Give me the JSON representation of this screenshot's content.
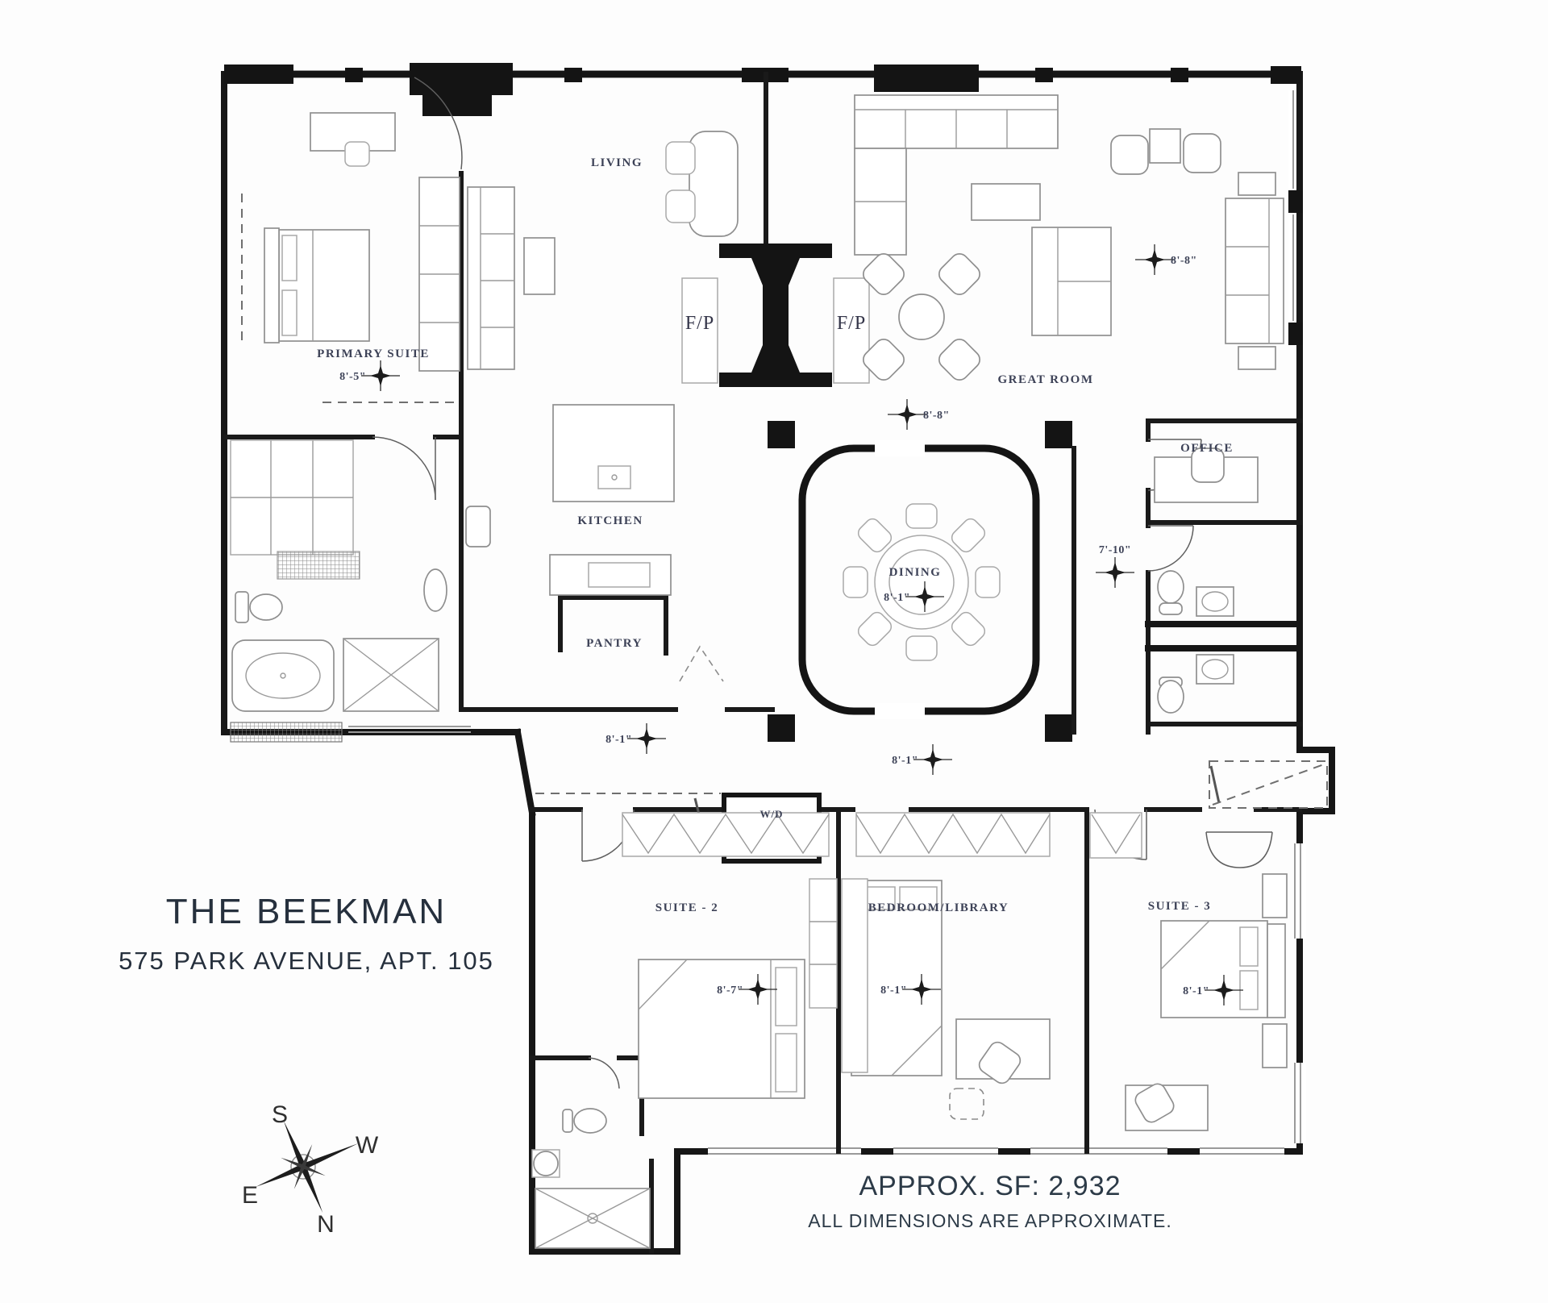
{
  "header": {
    "building": "THE BEEKMAN",
    "address": "575 PARK AVENUE, APT. 105"
  },
  "footer": {
    "area": "APPROX. SF: 2,932",
    "disclaimer": "ALL DIMENSIONS ARE APPROXIMATE."
  },
  "compass": {
    "south": "S",
    "west": "W",
    "east": "E",
    "north": "N"
  },
  "rooms": {
    "living": {
      "label": "LIVING"
    },
    "primary_suite": {
      "label": "PRIMARY SUITE",
      "ceiling_height": "8'-5\""
    },
    "great_room": {
      "label": "GREAT ROOM",
      "ceiling_height": "8'-8\""
    },
    "kitchen": {
      "label": "KITCHEN"
    },
    "pantry": {
      "label": "PANTRY"
    },
    "dining": {
      "label": "DINING",
      "ceiling_height": "8'-1\""
    },
    "office": {
      "label": "OFFICE"
    },
    "laundry": {
      "label": "W/D"
    },
    "suite_2": {
      "label": "SUITE - 2",
      "ceiling_height": "8'-7\""
    },
    "bedroom_library": {
      "label": "BEDROOM/LIBRARY",
      "ceiling_height": "8'-1\""
    },
    "suite_3": {
      "label": "SUITE - 3",
      "ceiling_height": "8'-1\""
    },
    "fireplace_left": {
      "label": "F/P"
    },
    "fireplace_right": {
      "label": "F/P"
    }
  },
  "markers": {
    "great_room_upper": "8'-8\"",
    "great_room_entry": "8'-8\"",
    "hall_bathrooms": "7'-10\"",
    "gallery_west": "8'-1\"",
    "gallery_east": "8'-1\""
  }
}
